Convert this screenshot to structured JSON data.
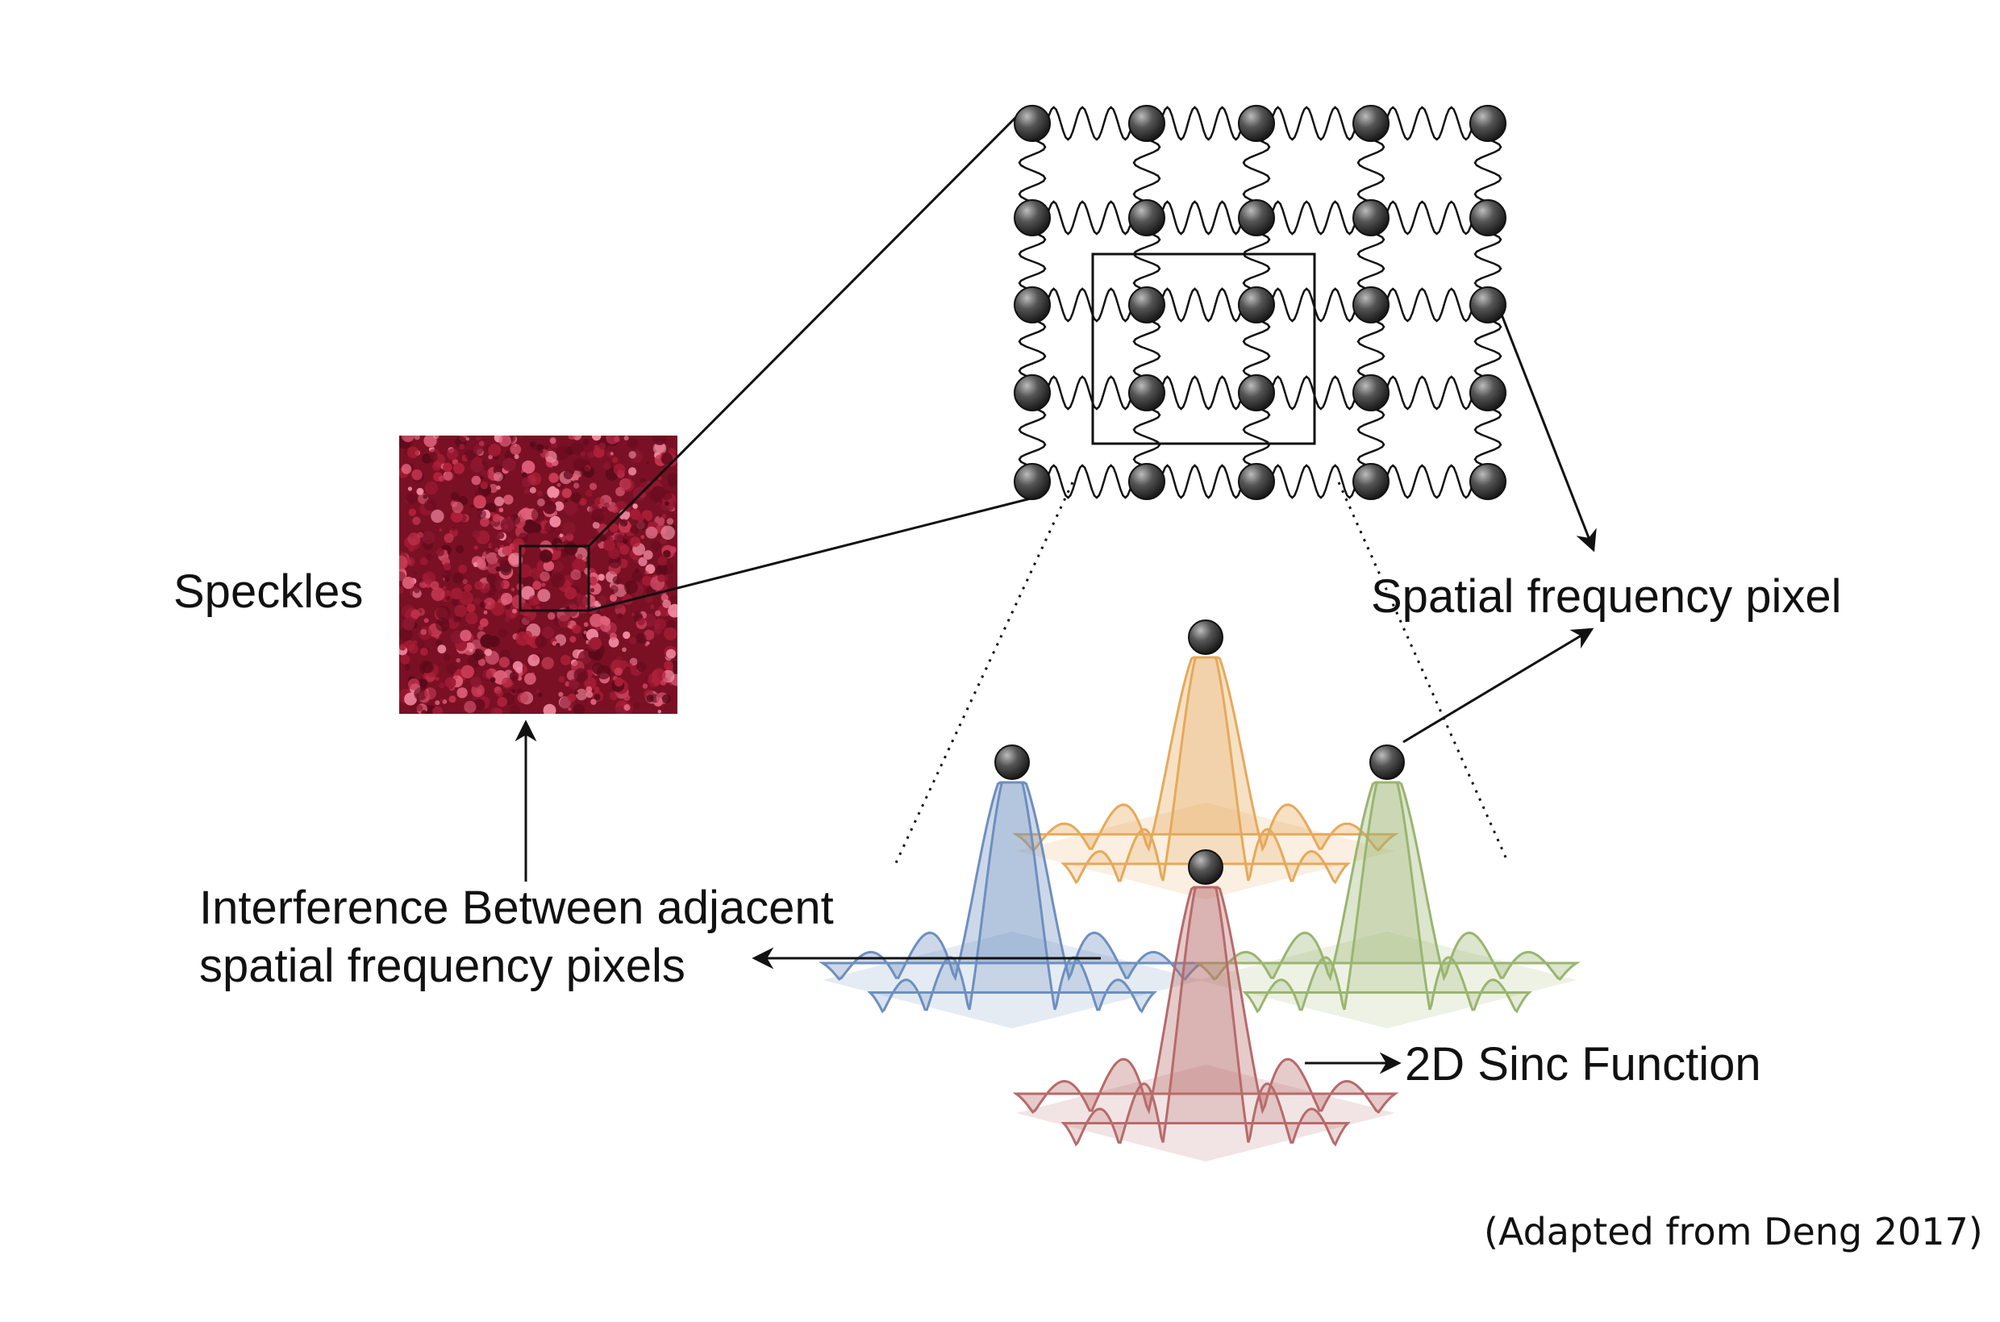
{
  "labels": {
    "speckles": "Speckles",
    "spatial_frequency_pixel": "Spatial frequency pixel",
    "interference_line1": "Interference Between adjacent",
    "interference_line2": "spatial frequency pixels",
    "sinc_function": "2D Sinc Function",
    "credit": "(Adapted from Deng 2017)"
  },
  "lattice": {
    "rows": 5,
    "cols": 5,
    "node_color": "#3a3a3a"
  },
  "sinc_peaks": [
    {
      "color": "#e6a95a"
    },
    {
      "color": "#6d8fbf"
    },
    {
      "color": "#9ab56f"
    },
    {
      "color": "#b86a6a"
    }
  ],
  "speckle_color": "#b0203a"
}
